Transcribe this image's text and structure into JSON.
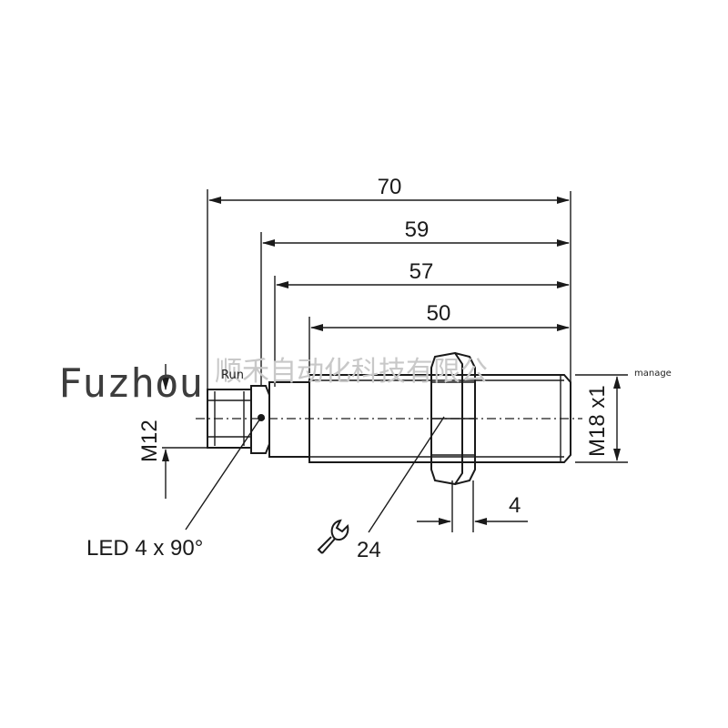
{
  "dimensions": {
    "overall": "70",
    "length_59": "59",
    "length_57": "57",
    "thread_length": "50",
    "connector_thread": "M12",
    "housing_thread": "M18 x1",
    "nut_thickness": "4",
    "wrench_size": "24"
  },
  "annotations": {
    "led": "LED 4 x 90°"
  },
  "watermark": {
    "city": "Fuzhou",
    "run": "Run",
    "manage": "manage",
    "chinese": "顺禾自动化科技有限公"
  },
  "icons": {
    "wrench": "wrench-icon"
  }
}
